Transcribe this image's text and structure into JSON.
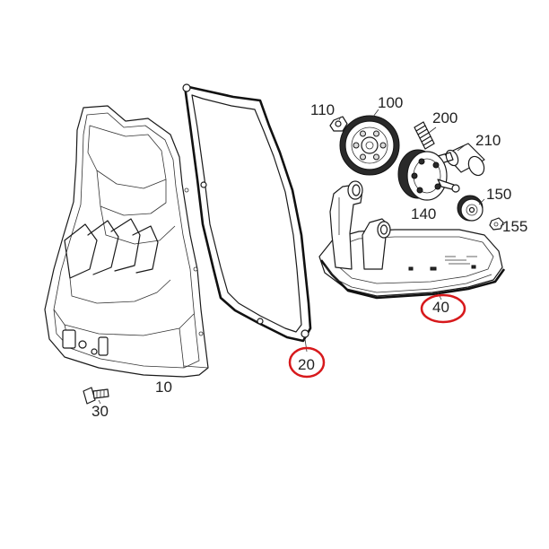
{
  "parts": [
    {
      "id": "p10",
      "label": "10"
    },
    {
      "id": "p20",
      "label": "20",
      "highlighted": true
    },
    {
      "id": "p30",
      "label": "30"
    },
    {
      "id": "p40",
      "label": "40",
      "highlighted": true
    },
    {
      "id": "p100",
      "label": "100"
    },
    {
      "id": "p110",
      "label": "110"
    },
    {
      "id": "p140",
      "label": "140"
    },
    {
      "id": "p150",
      "label": "150"
    },
    {
      "id": "p155",
      "label": "155"
    },
    {
      "id": "p200",
      "label": "200"
    },
    {
      "id": "p210",
      "label": "210"
    }
  ],
  "highlight_color": "#d7191c"
}
